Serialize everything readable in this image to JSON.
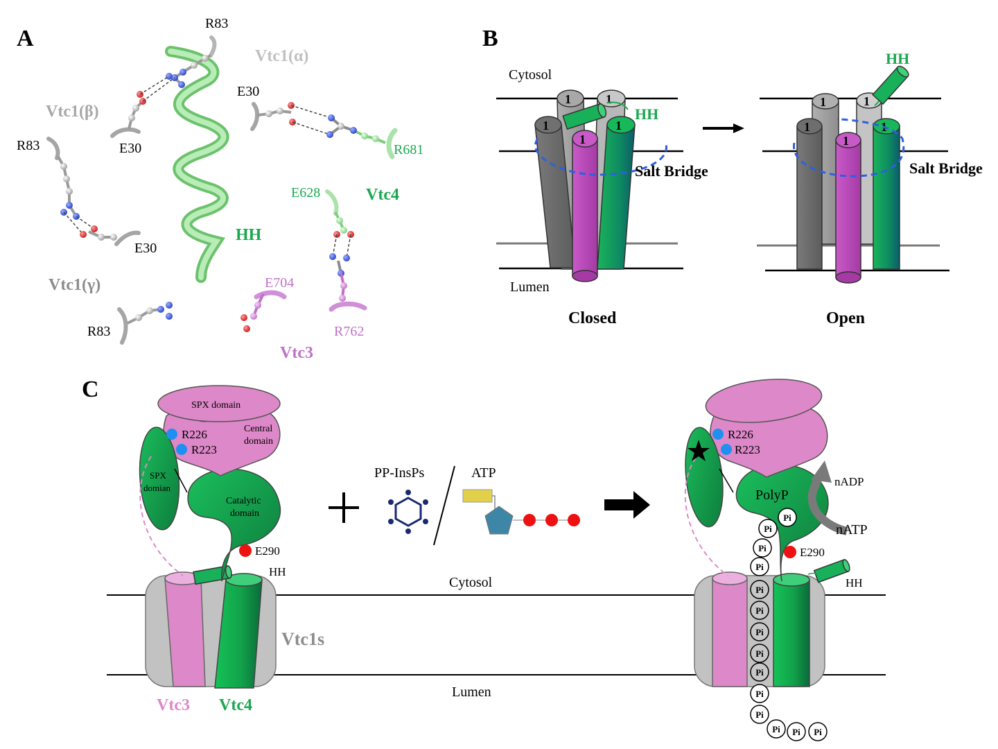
{
  "colors": {
    "vtc4_green": "#1aa84f",
    "vtc4_light": "#a9e3a9",
    "vtc3_pink": "#dd88c8",
    "vtc3_magenta": "#b349b3",
    "vtc1_grey": "#b8b8b8",
    "salt_bridge_blue": "#2f5fe0",
    "phosphate_red": "#ee1111",
    "arginine_blue": "#1f8ff0"
  },
  "panelA": {
    "label": "A",
    "r83_top": "R83",
    "vtc1_alpha": "Vtc1(α)",
    "vtc1_beta": "Vtc1(β)",
    "e30_beta": "E30",
    "e30_alpha": "E30",
    "r681": "R681",
    "r83_left": "R83",
    "e628": "E628",
    "vtc4": "Vtc4",
    "hh": "HH",
    "e30_gamma": "E30",
    "vtc1_gamma": "Vtc1(γ)",
    "e704": "E704",
    "r83_bottom": "R83",
    "r762": "R762",
    "vtc3": "Vtc3"
  },
  "panelB": {
    "label": "B",
    "cytosol": "Cytosol",
    "lumen": "Lumen",
    "helix_number": "1",
    "hh_closed": "HH",
    "hh_open": "HH",
    "salt_bridge_closed": "Salt Bridge",
    "salt_bridge_open": "Salt Bridge",
    "closed": "Closed",
    "open": "Open"
  },
  "panelC": {
    "label": "C",
    "spx_domain_top": "SPX domain",
    "central_domain": [
      "Central",
      "domain"
    ],
    "r226": "R226",
    "r223": "R223",
    "spx_domian_side": [
      "SPX",
      "domian"
    ],
    "catalytic_domain": [
      "Catalytic",
      "domain"
    ],
    "e290": "E290",
    "hh": "HH",
    "cytosol": "Cytosol",
    "lumen": "Lumen",
    "vtc1s": "Vtc1s",
    "vtc3": "Vtc3",
    "vtc4": "Vtc4",
    "pp_insps": "PP-InsPs",
    "atp": "ATP",
    "polyp": "PolyP",
    "nadp": "nADP",
    "natp": "nATP",
    "pi": "Pi"
  }
}
